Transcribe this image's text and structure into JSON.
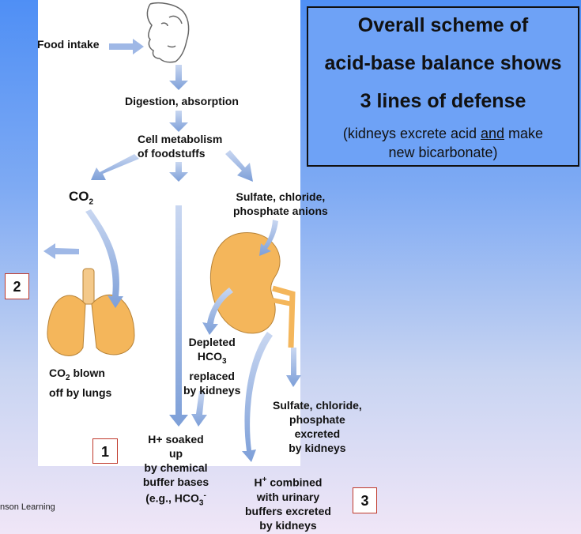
{
  "title_box": {
    "line1": "Overall scheme of",
    "line2": "acid-base balance shows",
    "line3": "3 lines of defense",
    "note_line1_pre": "(kidneys excrete acid ",
    "note_and": "and",
    "note_line1_post": " make",
    "note_line2": "new bicarbonate)"
  },
  "labels": {
    "food_intake": "Food intake",
    "digestion": "Digestion, absorption",
    "metabolism_l1": "Cell metabolism",
    "metabolism_l2": "of foodstuffs",
    "co2_main": "CO",
    "co2_sub": "2",
    "anions_l1": "Sulfate, chloride,",
    "anions_l2": "phosphate anions",
    "blown_main": "CO",
    "blown_sub": "2",
    "blown_rest": " blown",
    "blown_l2": "off by lungs",
    "depleted_l1": "Depleted",
    "depleted_hco": "HCO",
    "depleted_sub": "3",
    "depleted_l3": "replaced",
    "depleted_l4": "by kidneys",
    "excreted_l1": "Sulfate, chloride,",
    "excreted_l2": "phosphate",
    "excreted_l3": "excreted",
    "excreted_l4": "by kidneys",
    "soaked_l1": "H+ soaked",
    "soaked_l2": "up",
    "soaked_l3": "by chemical",
    "soaked_l4": "buffer bases",
    "soaked_l5_pre": "(e.g., HCO",
    "soaked_l5_sub": "3",
    "soaked_l5_sup": "-",
    "combined_h": "H",
    "combined_sup": "+",
    "combined_rest": " combined",
    "combined_l2": "with urinary",
    "combined_l3": "buffers excreted",
    "combined_l4": "by kidneys"
  },
  "defense_numbers": {
    "one": "1",
    "two": "2",
    "three": "3"
  },
  "credit": "nson Learning",
  "colors": {
    "organ": "#f4b65b",
    "arrow": "#9fb8e6",
    "box_bg": "#6ea2f6"
  }
}
